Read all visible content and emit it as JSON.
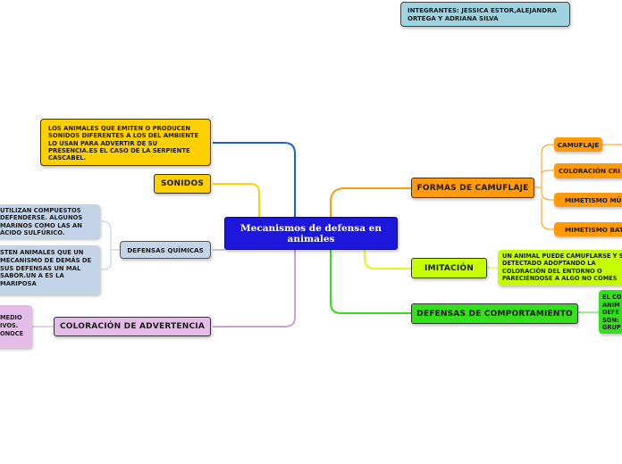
{
  "center": "Mecanismos de defensa en animales",
  "integrantes": "INTEGRANTES: JESSICA ESTOR,ALEJANDRA ORTEGA Y ADRIANA SILVA",
  "right": {
    "formas_camuflaje": "FORMAS DE CAMUFLAJE",
    "camuflaje": "CAMUFLAJE",
    "coloracion_critica": "COLORACIÓN CRÍ",
    "mimetismo_mu": "MIMETISMO MÜ",
    "mimetismo_bat": "MIMETISMO BAT",
    "imitacion": "IMITACIÓN",
    "imitacion_text": "UN ANIMAL PUEDE CAMUFLARSE Y SER DETECTADO ADOPTANDO LA COLORACIÓN DEL ENTORNO O PARECIÉNDOSE A ALGO NO COMES",
    "defensas_comportamiento": "DEFENSAS DE COMPORTAMIENTO",
    "comportamiento_text": "EL CO ANIM DEFE SON: GRUP"
  },
  "left": {
    "sonidos": "SONIDOS",
    "sonidos_text": "LOS ANIMALES QUE EMITEN O PRODUCEN SONIDOS DIFERENTES A LOS DEL AMBIENTE LO USAN PARA ADVERTIR DE SU PRESENCIA.ES EL CASO DE LA SERPIENTE CASCABEL.",
    "defensas_quimicas": "DEFENSAS QUÍMICAS",
    "quimicas_text1": "UTILIZAN COMPUESTOS DEFENDERSE. ALGUNOS MARINOS COMO LAS AN ÁCIDO SULFÚRICO.",
    "quimicas_text2": "STEN ANIMALES QUE UN MECANISMO DE DEMÁS DE SUS DEFENSAS UN MAL SABOR.UN A ES LA MARIPOSA",
    "coloracion_advertencia": "COLORACIÓN DE ADVERTENCIA",
    "advertencia_text": "MEDIO IVOS. ONOCE"
  },
  "colors": {
    "center": "#1d17dc",
    "orange": "#ff9a0a",
    "yellow": "#ffd000",
    "lime": "#c6ff00",
    "green": "#33e01b",
    "blue": "#c4d4e8",
    "lavender": "#e3bde8",
    "blue_link": "#1d5fe0",
    "teal": "#9fd3e0"
  }
}
